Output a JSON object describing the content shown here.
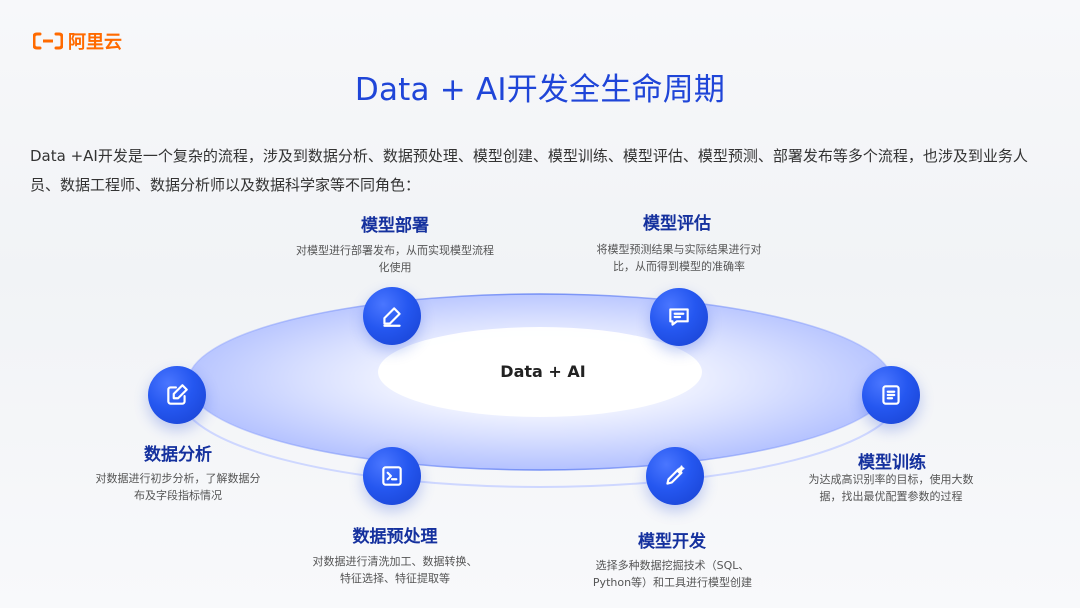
{
  "brand": {
    "logo_text": "阿里云",
    "accent_color": "#ff6a00"
  },
  "slide": {
    "title": "Data + AI开发全生命周期",
    "intro": "Data +AI开发是一个复杂的流程，涉及到数据分析、数据预处理、模型创建、模型训练、模型评估、模型预测、部署发布等多个流程，也涉及到业务人员、数据工程师、数据分析师以及数据科学家等不同角色："
  },
  "diagram": {
    "center_label": "Data + AI",
    "nodes": [
      {
        "id": "deploy",
        "title": "模型部署",
        "desc": "对模型进行部署发布，从而实现模型流程化使用",
        "icon": "edit-line-icon"
      },
      {
        "id": "evaluate",
        "title": "模型评估",
        "desc": "将模型预测结果与实际结果进行对比，从而得到模型的准确率",
        "icon": "message-square-icon"
      },
      {
        "id": "analysis",
        "title": "数据分析",
        "desc": "对数据进行初步分析，了解数据分布及字段指标情况",
        "icon": "edit-square-icon"
      },
      {
        "id": "train",
        "title": "模型训练",
        "desc": "为达成高识别率的目标，使用大数据，找出最优配置参数的过程",
        "icon": "document-icon"
      },
      {
        "id": "preprocess",
        "title": "数据预处理",
        "desc": "对数据进行清洗加工、数据转换、特征选择、特征提取等",
        "icon": "terminal-icon"
      },
      {
        "id": "develop",
        "title": "模型开发",
        "desc": "选择多种数据挖掘技术（SQL、Python等）和工具进行模型创建",
        "icon": "magic-pen-icon"
      }
    ]
  }
}
